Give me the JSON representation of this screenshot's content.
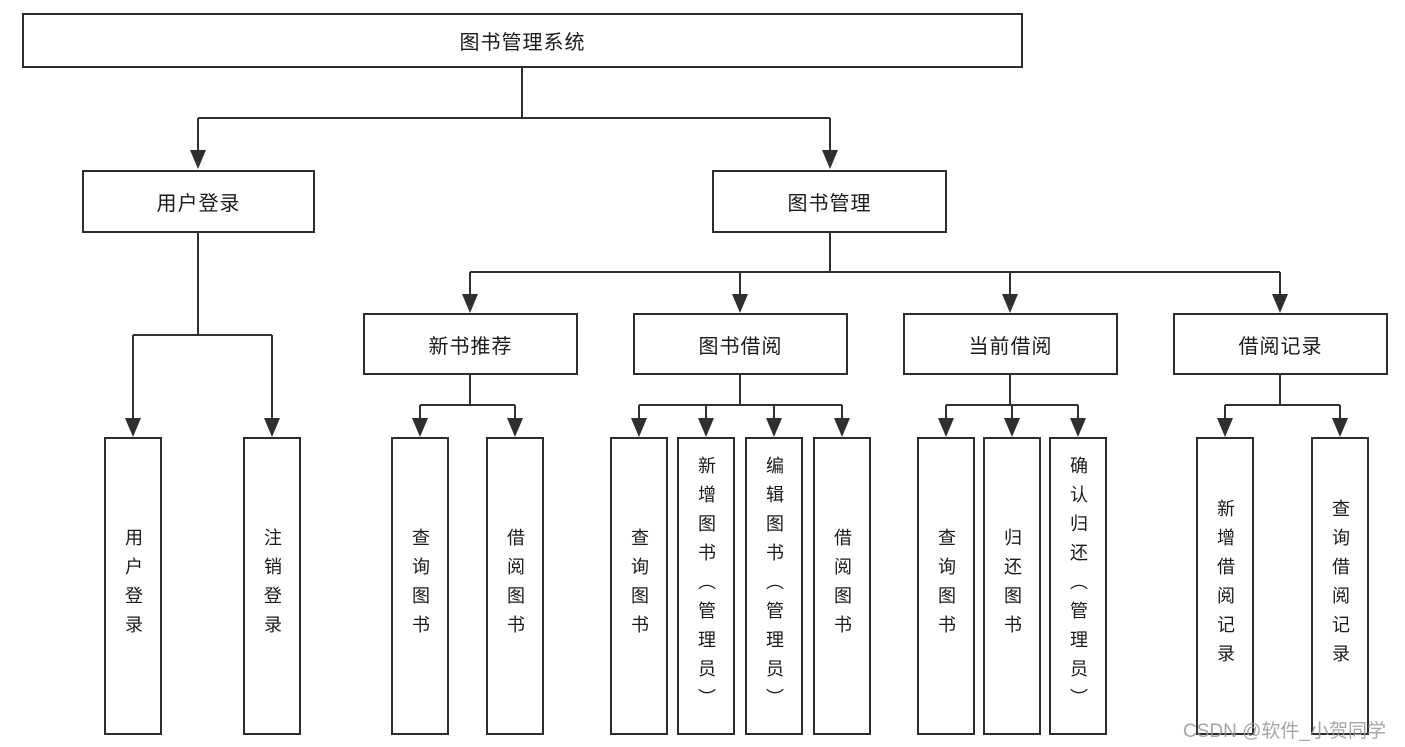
{
  "diagram": {
    "root": {
      "label": "图书管理系统"
    },
    "level2": [
      {
        "label": "用户登录",
        "children": [
          {
            "label": "用户登录"
          },
          {
            "label": "注销登录"
          }
        ]
      },
      {
        "label": "图书管理",
        "children": [
          {
            "label": "新书推荐",
            "children": [
              {
                "label": "查询图书"
              },
              {
                "label": "借阅图书"
              }
            ]
          },
          {
            "label": "图书借阅",
            "children": [
              {
                "label": "查询图书"
              },
              {
                "label": "新增图书（管理员）"
              },
              {
                "label": "编辑图书（管理员）"
              },
              {
                "label": "借阅图书"
              }
            ]
          },
          {
            "label": "当前借阅",
            "children": [
              {
                "label": "查询图书"
              },
              {
                "label": "归还图书"
              },
              {
                "label": "确认归还（管理员）"
              }
            ]
          },
          {
            "label": "借阅记录",
            "children": [
              {
                "label": "新增借阅记录"
              },
              {
                "label": "查询借阅记录"
              }
            ]
          }
        ]
      }
    ]
  },
  "watermark": {
    "text": "CSDN @软件_小贺同学"
  },
  "colors": {
    "line": "#2f2f2f",
    "text": "#1a1a1a",
    "watermark": "#9b9b9b",
    "background": "#ffffff"
  }
}
